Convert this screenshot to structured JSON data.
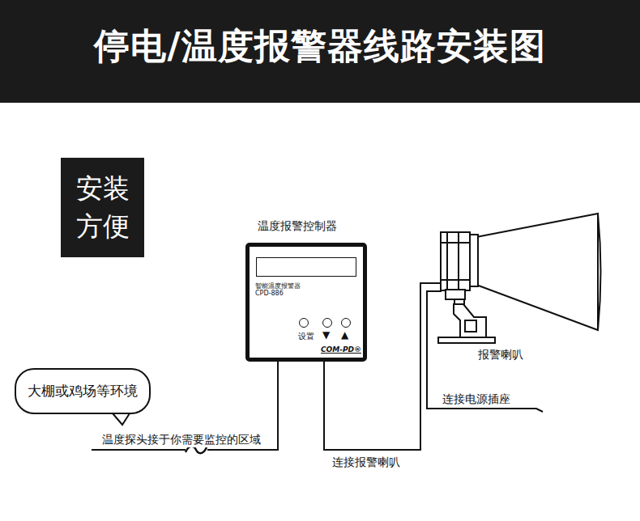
{
  "diagram": {
    "title": "停电/温度报警器线路安装图",
    "nodes": [
      {
        "text": [
          "安装 方便"
        ]
      },
      {
        "text": [
          "温度报警控制器",
          "智能温度报警器",
          "CPD-886",
          "设置",
          "▼",
          "▲",
          "COM-PD®"
        ]
      },
      {
        "text": [
          "报警喇叭"
        ]
      },
      {
        "text": [
          "大棚或鸡场等环境"
        ]
      }
    ],
    "edges": [
      {
        "from": 1,
        "to": 2,
        "arrow": "none",
        "label": "连接报警喇叭"
      }
    ],
    "labels": [
      "温度探头接于你需要监控的区域",
      "连接电源插座"
    ]
  }
}
